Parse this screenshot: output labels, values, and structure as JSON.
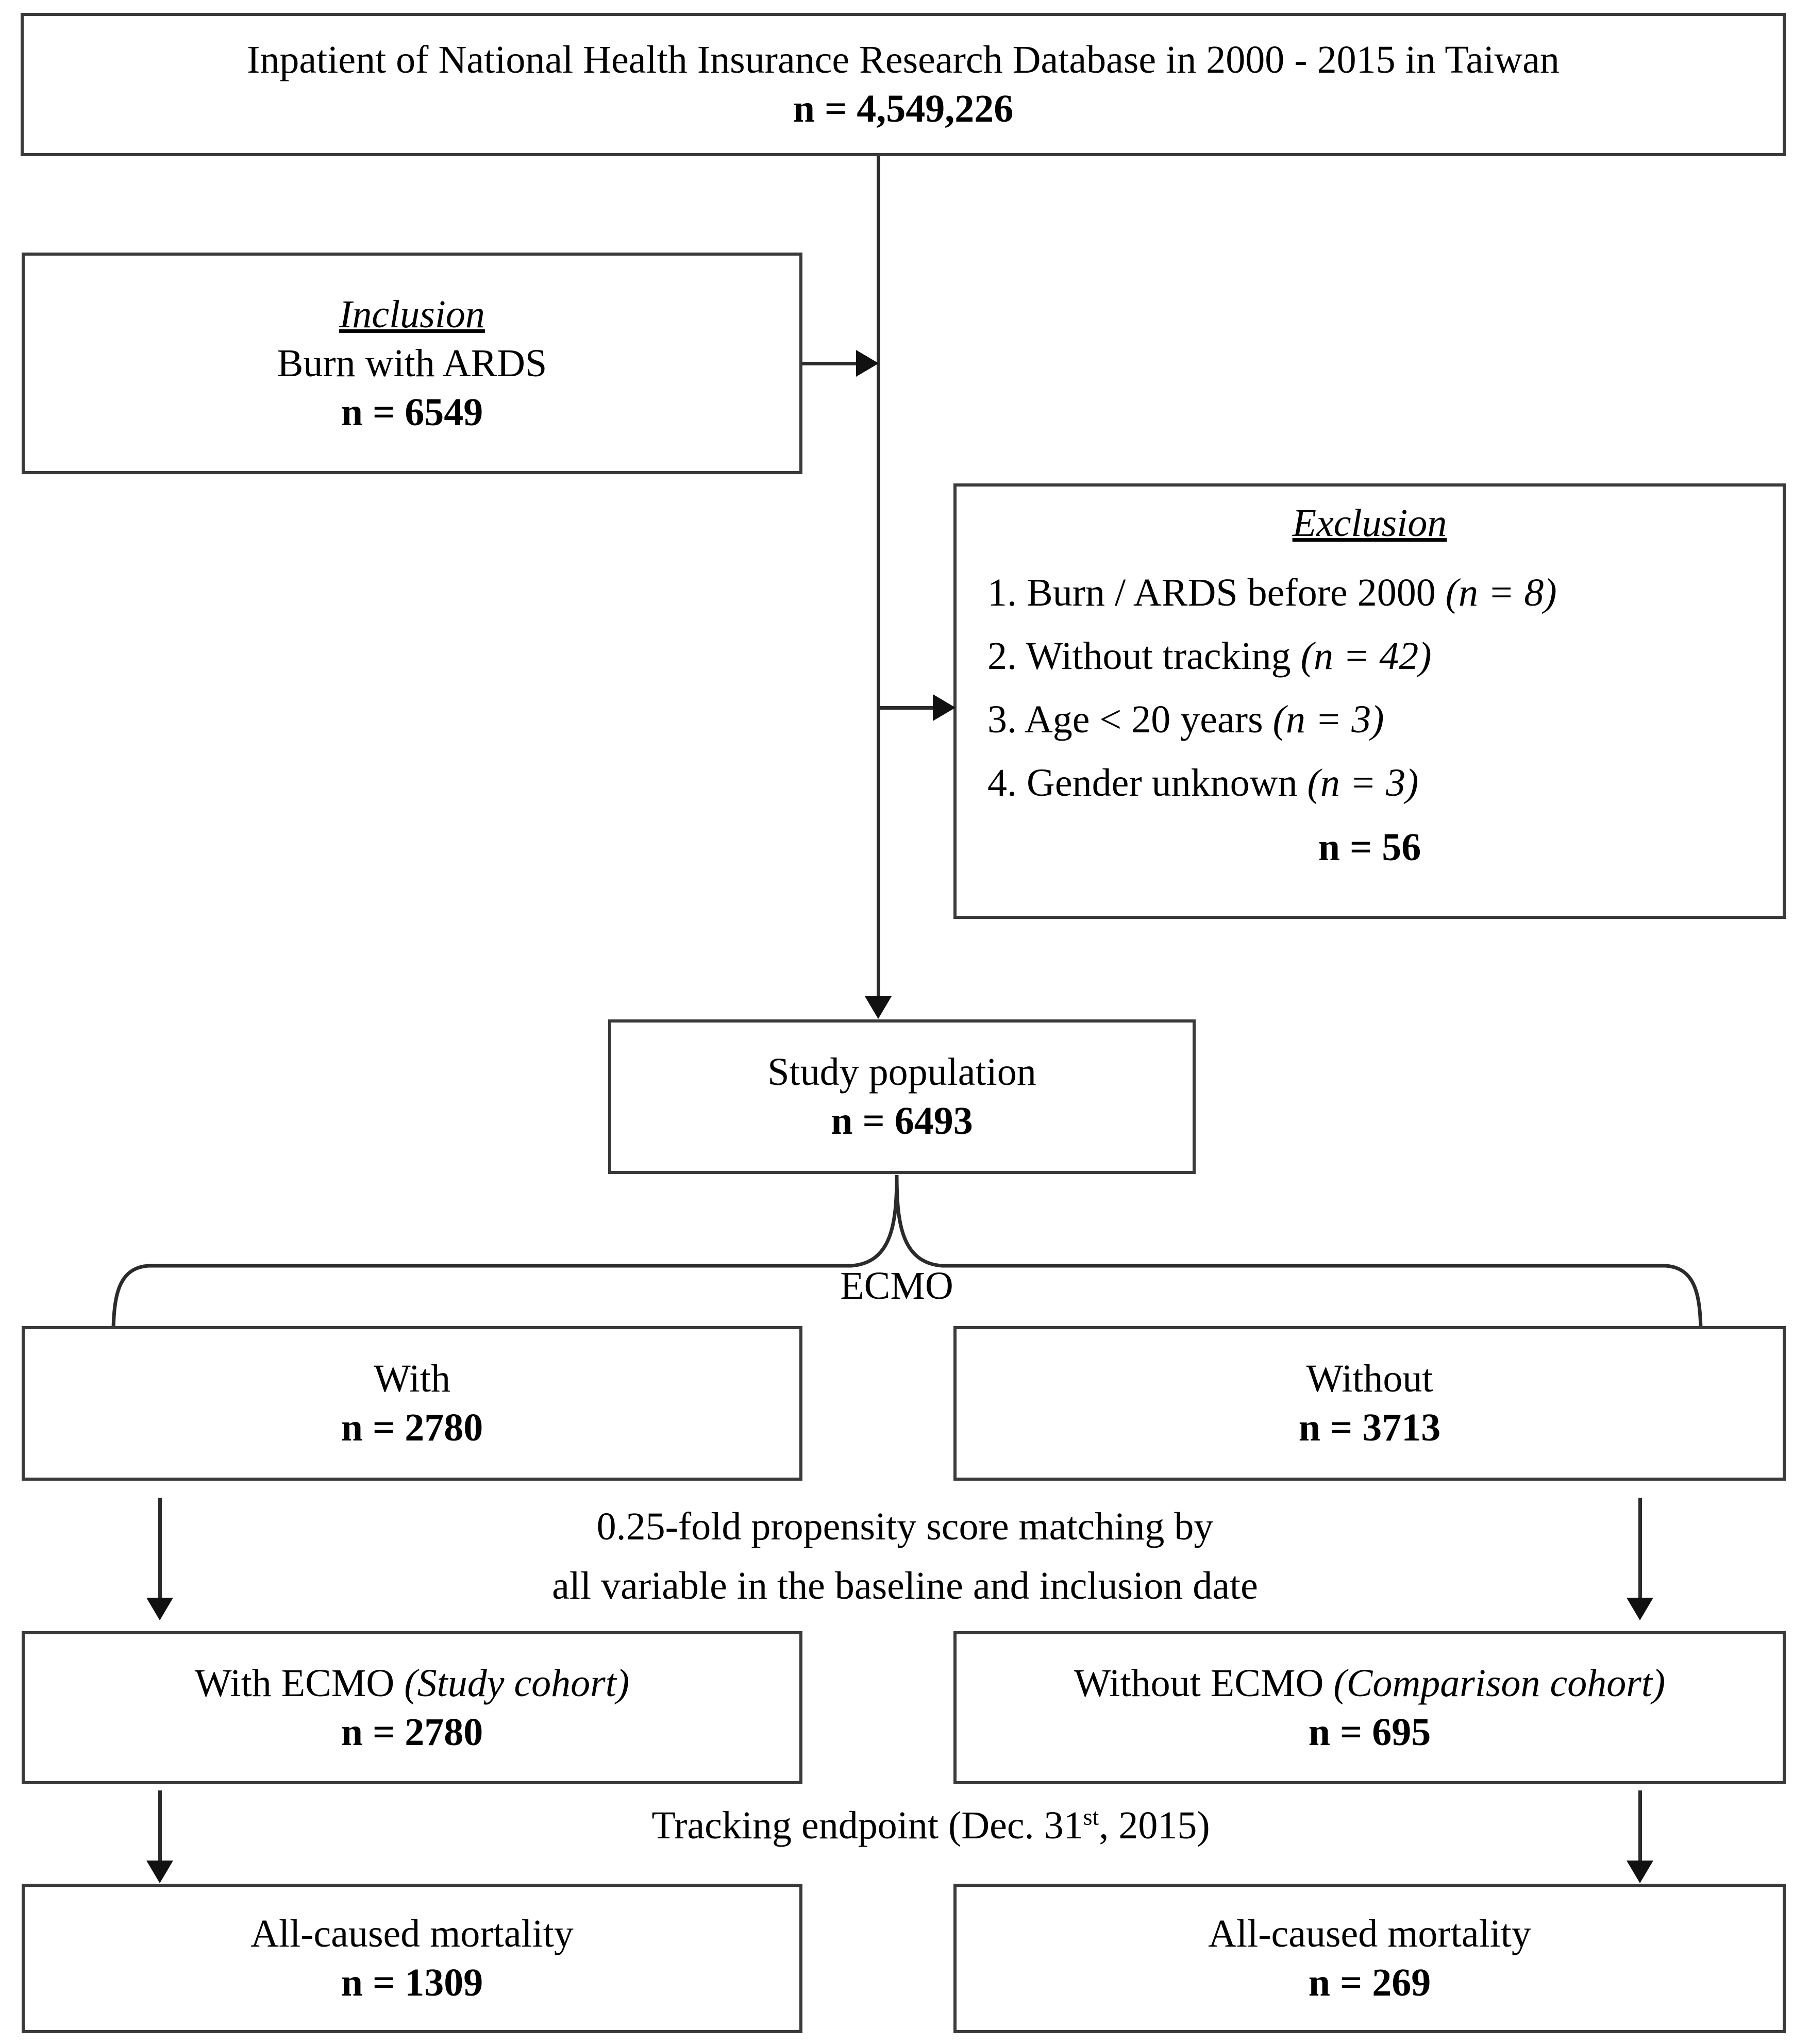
{
  "diagram": {
    "title_box": {
      "text": "Inpatient of National Health Insurance Research Database in 2000 - 2015 in Taiwan",
      "n": "n = 4,549,226"
    },
    "inclusion_box": {
      "header": "Inclusion",
      "criteria": "Burn with ARDS",
      "n": "n = 6549"
    },
    "exclusion_box": {
      "header": "Exclusion",
      "items": [
        {
          "index": "1.",
          "text": "Burn / ARDS before 2000",
          "count": "(n = 8)"
        },
        {
          "index": "2.",
          "text": "Without tracking",
          "count": "(n = 42)"
        },
        {
          "index": "3.",
          "text": "Age < 20 years",
          "count": "(n = 3)"
        },
        {
          "index": "4.",
          "text": "Gender unknown",
          "count": "(n = 3)"
        }
      ],
      "n": "n = 56"
    },
    "study_population_box": {
      "label": "Study population",
      "n": "n = 6493"
    },
    "brace_label": "ECMO",
    "ecmo_with_box": {
      "label": "With",
      "n": "n = 2780"
    },
    "ecmo_without_box": {
      "label": "Without",
      "n": "n = 3713"
    },
    "matching_caption_line1": "0.25-fold propensity score matching by",
    "matching_caption_line2": "all variable in the baseline and inclusion date",
    "study_cohort_box": {
      "label_plain": "With ECMO ",
      "label_italic": "(Study cohort)",
      "n": "n = 2780"
    },
    "comparison_cohort_box": {
      "label_plain": "Without ECMO ",
      "label_italic": "(Comparison cohort)",
      "n": "n = 695"
    },
    "tracking_caption_pre": "Tracking endpoint (Dec. 31",
    "tracking_caption_sup": "st",
    "tracking_caption_post": ", 2015)",
    "mortality_left_box": {
      "label": "All-caused mortality",
      "n": "n = 1309"
    },
    "mortality_right_box": {
      "label": "All-caused mortality",
      "n": "n = 269"
    }
  }
}
